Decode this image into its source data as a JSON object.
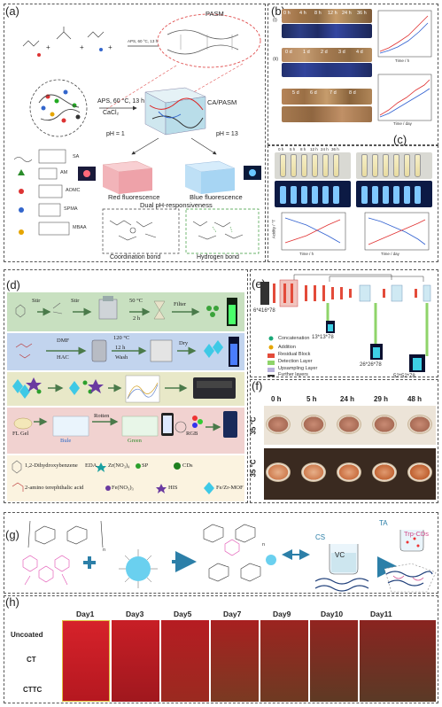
{
  "labels": {
    "a": "(a)",
    "b": "(b)",
    "c": "(c)",
    "d": "(d)",
    "e": "(e)",
    "f": "(f)",
    "g": "(g)",
    "h": "(h)"
  },
  "panel_a": {
    "reaction": "APS, 60 °C, 13 h",
    "pasm": "PASM",
    "conditions_line1": "APS, 60 °C, 13 h",
    "conditions_line2": "CaCl₂",
    "product": "CA/PASM",
    "ph_low": "pH = 1",
    "ph_high": "pH = 13",
    "red_fluorescence": "Red fluorescence",
    "blue_fluorescence": "Blue fluorescence",
    "dual": "Dual pH-responsiveness",
    "coordination": "Coordination bond",
    "hydrogen": "Hydrogen bond",
    "legend": [
      "SA",
      "AM",
      "AOMC",
      "SPMA",
      "MBAA"
    ]
  },
  "panel_b": {
    "times_top": [
      "0 h",
      "4 h",
      "8 h",
      "12 h",
      "24 h",
      "36 h"
    ],
    "times_bottom": [
      "0 d",
      "1 d",
      "2 d",
      "3 d",
      "4 d",
      "5 d",
      "6 d",
      "7 d",
      "8 d"
    ],
    "axis_time_h": "Time / h",
    "axis_time_d": "Time / day",
    "row_marks": [
      "(i)",
      "(ii)"
    ]
  },
  "panel_c": {
    "times": [
      "0 h",
      "5 h",
      "8 h",
      "12 h",
      "24 h",
      "36 h"
    ],
    "axis_time_h": "Time / h",
    "axis_time_d": "Time / day",
    "ylabel": "Acidity / °T"
  },
  "panel_d": {
    "stir1": "Stir",
    "stir2": "Stir",
    "stir_conditions": [
      "50 °C",
      "2 h"
    ],
    "filter": "Filter",
    "dmf": "DMF",
    "hac": "HAC",
    "hydro": [
      "120 °C",
      "12 h",
      "Wash"
    ],
    "dry": "Dry",
    "rotten": "Rotten",
    "fl_gel": "FL Gel",
    "bule": "Bule",
    "green": "Green",
    "rgb": "RGB",
    "legend": [
      "1,2-Dihydroxybenzene",
      "EDA",
      "Zr(NO₃)₄",
      "SP",
      "CDs",
      "2-amino terephthalic acid",
      "Fe(NO₃)₃",
      "HIS",
      "Fe/Zr-MOF"
    ]
  },
  "panel_e": {
    "input": "6*416*78",
    "out1": "13*13*78",
    "out2": "26*26*78",
    "out3": "52*52*78",
    "legend": [
      "Concatenation",
      "Addition",
      "Residual Block",
      "Detection Layer",
      "Upsampling Layer",
      "Further layers"
    ],
    "colors": {
      "residual": "#e34b3a",
      "detection": "#8fd46a",
      "upsampling": "#b7b1dc"
    }
  },
  "panel_f": {
    "times": [
      "0 h",
      "5 h",
      "24 h",
      "29 h",
      "48 h"
    ],
    "temps": [
      "35 °C",
      "35 °C"
    ]
  },
  "panel_g": {
    "cs": "CS",
    "ta": "TA",
    "vc": "VC",
    "trp": "Trp-CDs",
    "n1": "n",
    "n2": "n"
  },
  "panel_h": {
    "days": [
      "Day1",
      "Day3",
      "Day5",
      "Day7",
      "Day9",
      "Day10",
      "Day11"
    ],
    "rows": [
      "Uncoated",
      "CT",
      "CTTC"
    ]
  }
}
